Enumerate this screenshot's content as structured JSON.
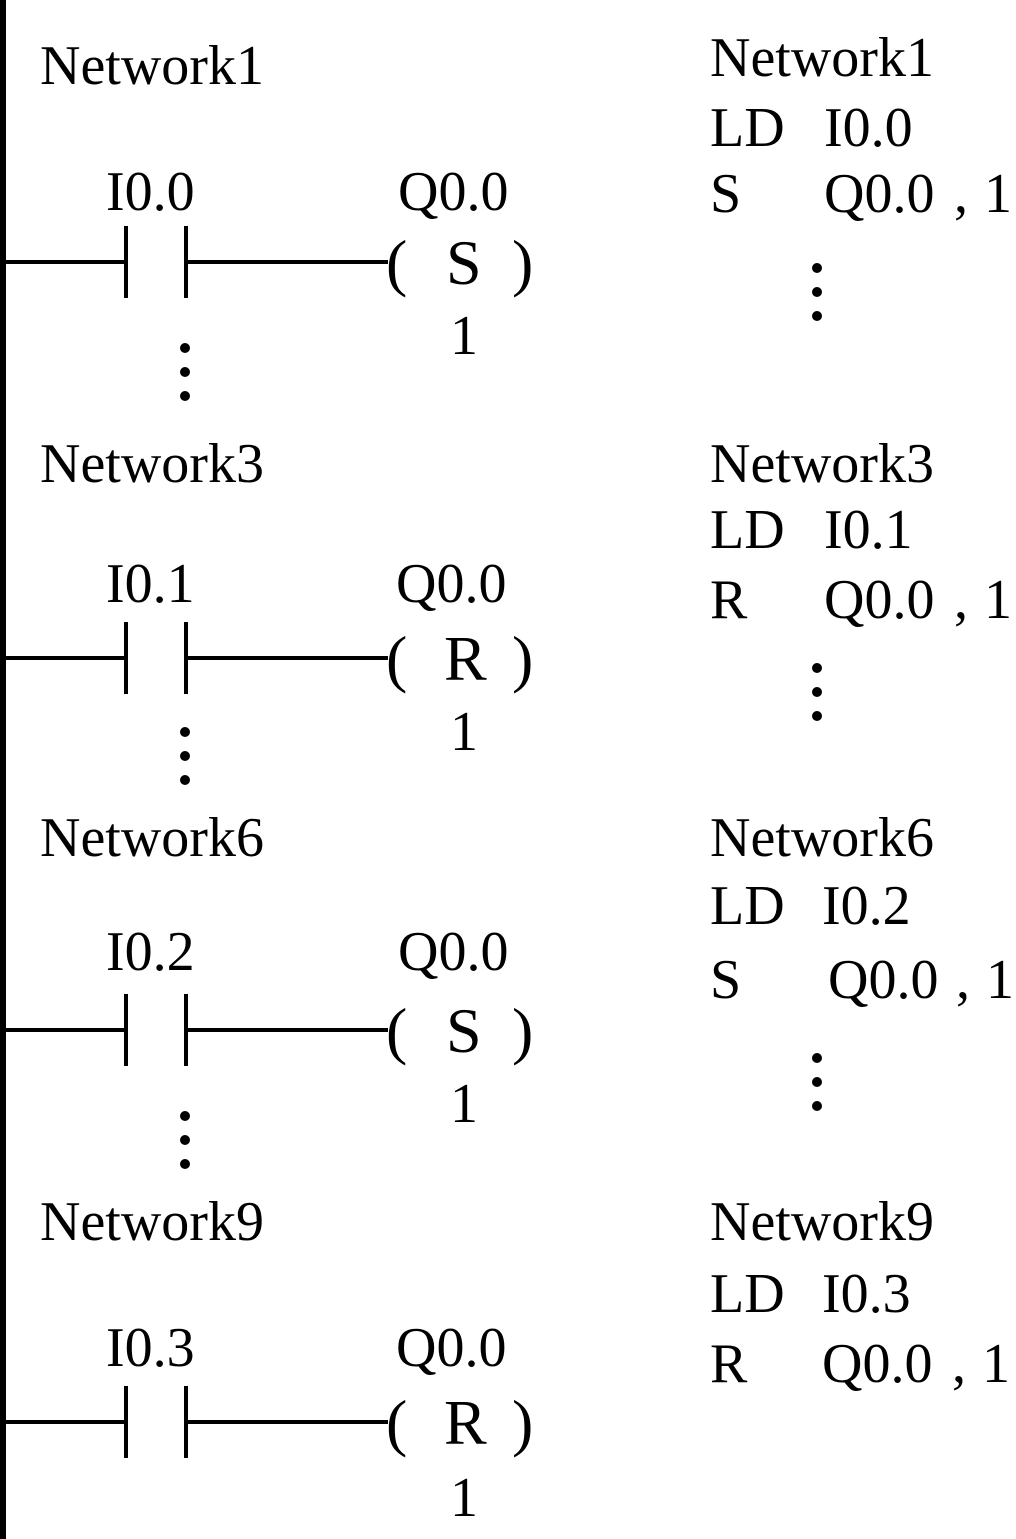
{
  "ladder": {
    "networks": [
      {
        "title": "Network1",
        "contact": "I0.0",
        "coil": "Q0.0",
        "op": "S",
        "count": "1",
        "more": true
      },
      {
        "title": "Network3",
        "contact": "I0.1",
        "coil": "Q0.0",
        "op": "R",
        "count": "1",
        "more": true
      },
      {
        "title": "Network6",
        "contact": "I0.2",
        "coil": "Q0.0",
        "op": "S",
        "count": "1",
        "more": true
      },
      {
        "title": "Network9",
        "contact": "I0.3",
        "coil": "Q0.0",
        "op": "R",
        "count": "1",
        "more": false
      }
    ]
  },
  "stl": {
    "networks": [
      {
        "title": "Network1",
        "ld_op": "LD",
        "ld_arg": "I0.0",
        "out_op": "S",
        "out_arg": "Q0.0",
        "sep": ",",
        "out_n": "1",
        "more": true
      },
      {
        "title": "Network3",
        "ld_op": "LD",
        "ld_arg": "I0.1",
        "out_op": "R",
        "out_arg": "Q0.0",
        "sep": ",",
        "out_n": "1",
        "more": true
      },
      {
        "title": "Network6",
        "ld_op": "LD",
        "ld_arg": "I0.2",
        "out_op": "S",
        "out_arg": "Q0.0",
        "sep": ",",
        "out_n": "1",
        "more": true
      },
      {
        "title": "Network9",
        "ld_op": "LD",
        "ld_arg": "I0.3",
        "out_op": "R",
        "out_arg": "Q0.0",
        "sep": ",",
        "out_n": "1",
        "more": false
      }
    ]
  }
}
